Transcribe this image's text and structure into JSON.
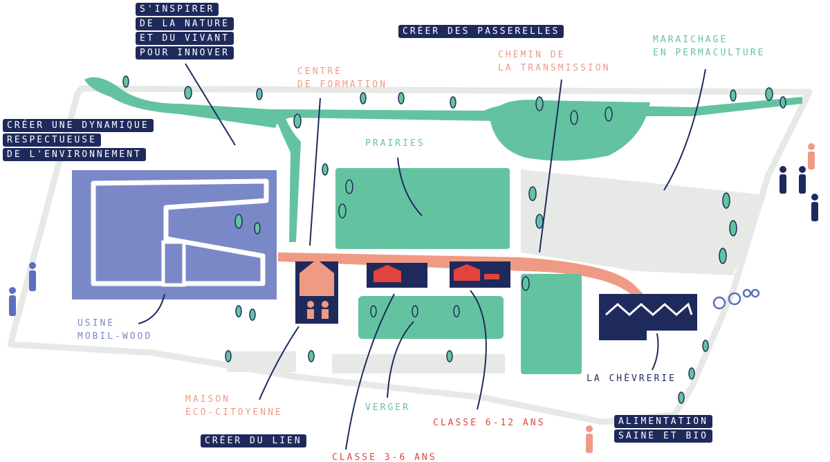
{
  "colors": {
    "navy": "#1f2a5c",
    "mint": "#63c3a0",
    "salmon": "#ef9a85",
    "red": "#e2433b",
    "lavender": "#7b88c8",
    "light_gray": "#e6e9e6"
  },
  "labels": {
    "inspirer": [
      "S'INSPIRER",
      "DE LA NATURE",
      "ET DU VIVANT",
      "POUR INNOVER"
    ],
    "passerelles": "CRÉER DES PASSERELLES",
    "dynamique": [
      "CRÉER UNE DYNAMIQUE",
      "RESPECTUEUSE",
      "DE L'ENVIRONNEMENT"
    ],
    "centre": [
      "CENTRE",
      "DE FORMATION"
    ],
    "chemin": [
      "CHEMIN DE",
      "LA TRANSMISSION"
    ],
    "maraichage": [
      "MARAICHAGE",
      "EN PERMACULTURE"
    ],
    "prairies": "PRAIRIES",
    "usine": [
      "USINE",
      "MOBIL-WOOD"
    ],
    "maison": [
      "MAISON",
      "ÉCO-CITOYENNE"
    ],
    "verger": "VERGER",
    "classe_6_12": "CLASSE 6-12 ANS",
    "classe_3_6": "CLASSE 3-6 ANS",
    "creer_lien": "CRÉER DU LIEN",
    "chevrerie": "LA CHÈVRERIE",
    "alimentation": [
      "ALIMENTATION",
      "SAINE ET BIO"
    ]
  },
  "icons": [
    "tree-icon",
    "person-icon",
    "bicycle-icon",
    "goat-barn-icon",
    "house-icon",
    "arrow-icon"
  ]
}
